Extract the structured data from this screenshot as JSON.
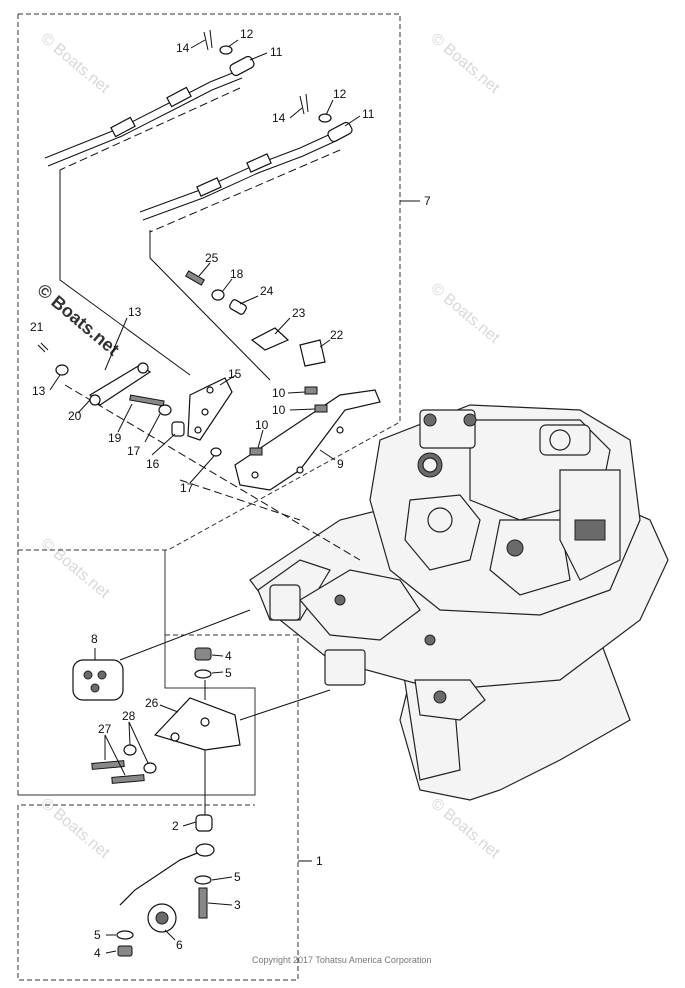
{
  "diagram": {
    "copyright": "Copyright 2017 Tohatsu America Corporation",
    "watermark": "© Boats.net",
    "callouts": [
      {
        "id": "c14a",
        "text": "14"
      },
      {
        "id": "c12a",
        "text": "12"
      },
      {
        "id": "c11a",
        "text": "11"
      },
      {
        "id": "c12b",
        "text": "12"
      },
      {
        "id": "c14b",
        "text": "14"
      },
      {
        "id": "c11b",
        "text": "11"
      },
      {
        "id": "c7",
        "text": "7"
      },
      {
        "id": "c25",
        "text": "25"
      },
      {
        "id": "c18",
        "text": "18"
      },
      {
        "id": "c24",
        "text": "24"
      },
      {
        "id": "c13a",
        "text": "13"
      },
      {
        "id": "c23",
        "text": "23"
      },
      {
        "id": "c21",
        "text": "21"
      },
      {
        "id": "c22",
        "text": "22"
      },
      {
        "id": "c13b",
        "text": "13"
      },
      {
        "id": "c15",
        "text": "15"
      },
      {
        "id": "c10a",
        "text": "10"
      },
      {
        "id": "c20",
        "text": "20"
      },
      {
        "id": "c10b",
        "text": "10"
      },
      {
        "id": "c19",
        "text": "19"
      },
      {
        "id": "c17a",
        "text": "17"
      },
      {
        "id": "c16",
        "text": "16"
      },
      {
        "id": "c10c",
        "text": "10"
      },
      {
        "id": "c9",
        "text": "9"
      },
      {
        "id": "c17b",
        "text": "17"
      },
      {
        "id": "c8",
        "text": "8"
      },
      {
        "id": "c4a",
        "text": "4"
      },
      {
        "id": "c5a",
        "text": "5"
      },
      {
        "id": "c26",
        "text": "26"
      },
      {
        "id": "c28",
        "text": "28"
      },
      {
        "id": "c27",
        "text": "27"
      },
      {
        "id": "c2",
        "text": "2"
      },
      {
        "id": "c1",
        "text": "1"
      },
      {
        "id": "c5b",
        "text": "5"
      },
      {
        "id": "c3",
        "text": "3"
      },
      {
        "id": "c6",
        "text": "6"
      },
      {
        "id": "c5c",
        "text": "5"
      },
      {
        "id": "c4b",
        "text": "4"
      }
    ]
  }
}
